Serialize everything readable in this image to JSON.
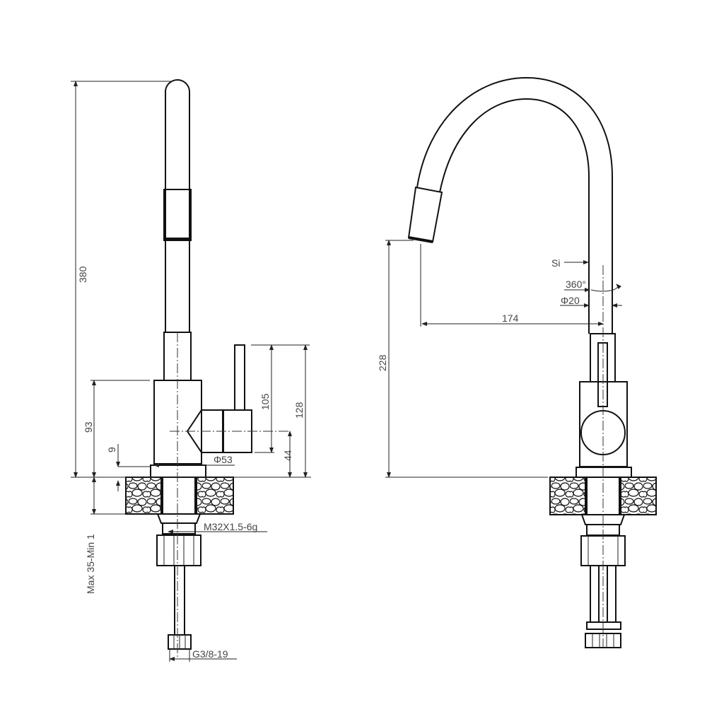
{
  "side_view": {
    "dimensions": {
      "total_height": "380",
      "body_height": "93",
      "collar": "9",
      "handle_height": "105",
      "overall_body": "128",
      "handle_axis": "44",
      "base_diameter": "Φ53",
      "thread": "M32X1.5-6g",
      "deck_thickness": "Max 35-Min 1",
      "hose_thread": "G3/8-19"
    }
  },
  "front_view": {
    "dimensions": {
      "spout_height": "228",
      "reach": "174",
      "si_label": "Si",
      "rotation": "360°",
      "tube_diameter": "Φ20"
    }
  }
}
